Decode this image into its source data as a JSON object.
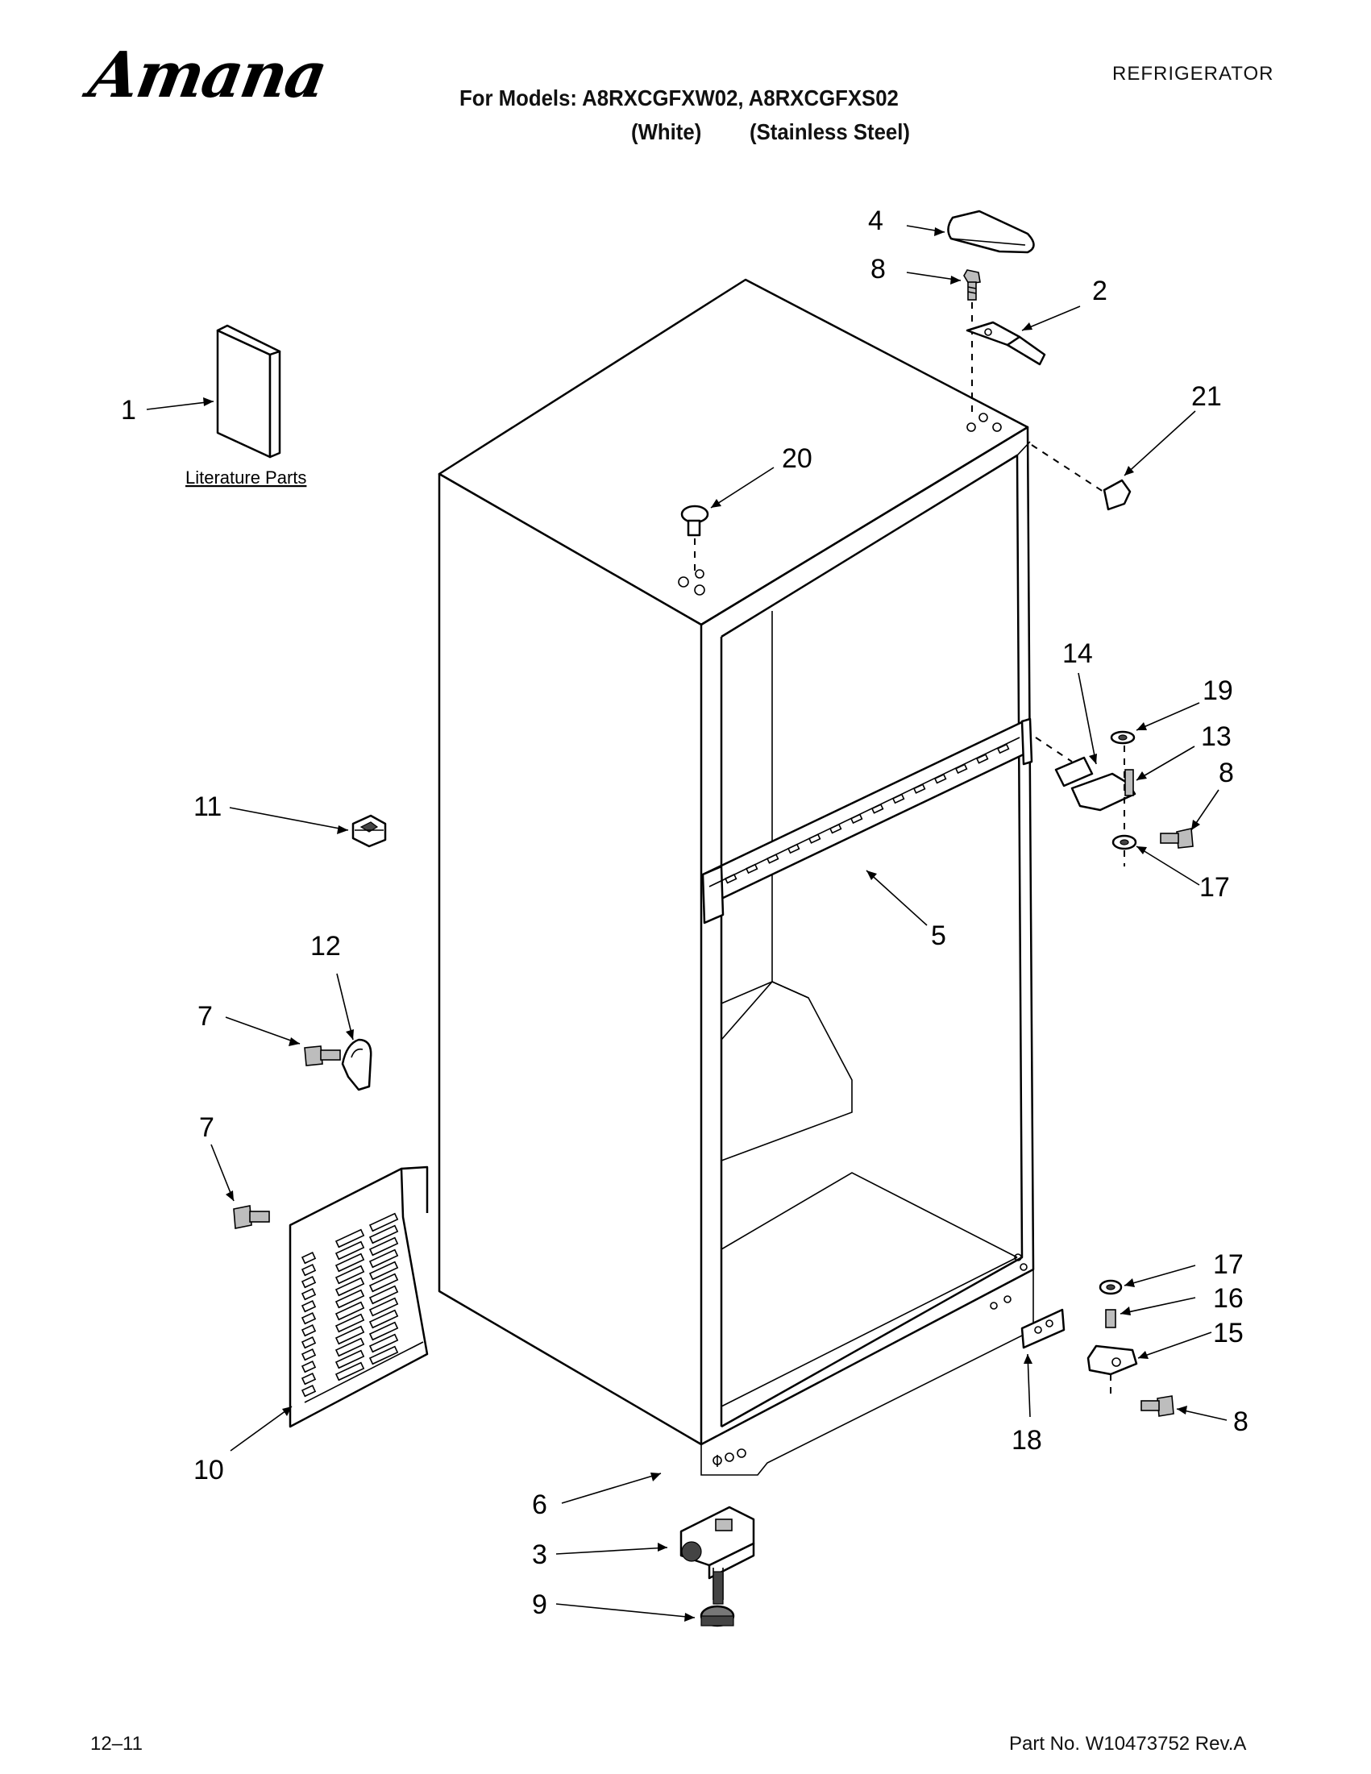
{
  "header": {
    "brand": "Amana",
    "doc_type": "REFRIGERATOR",
    "models_line": "For Models: A8RXCGFXW02, A8RXCGFXS02",
    "variant_white": "(White)",
    "variant_stainless": "(Stainless Steel)"
  },
  "diagram": {
    "literature_label": "Literature Parts",
    "callouts": {
      "c1": "1",
      "c2": "2",
      "c3": "3",
      "c4": "4",
      "c5": "5",
      "c6": "6",
      "c7a": "7",
      "c7b": "7",
      "c8a": "8",
      "c8b": "8",
      "c8c": "8",
      "c9": "9",
      "c10": "10",
      "c11": "11",
      "c12": "12",
      "c13": "13",
      "c14": "14",
      "c15": "15",
      "c16": "16",
      "c17a": "17",
      "c17b": "17",
      "c18": "18",
      "c19": "19",
      "c20": "20",
      "c21": "21"
    }
  },
  "footer": {
    "date": "12–11",
    "part_number": "Part No. W10473752 Rev.A"
  }
}
